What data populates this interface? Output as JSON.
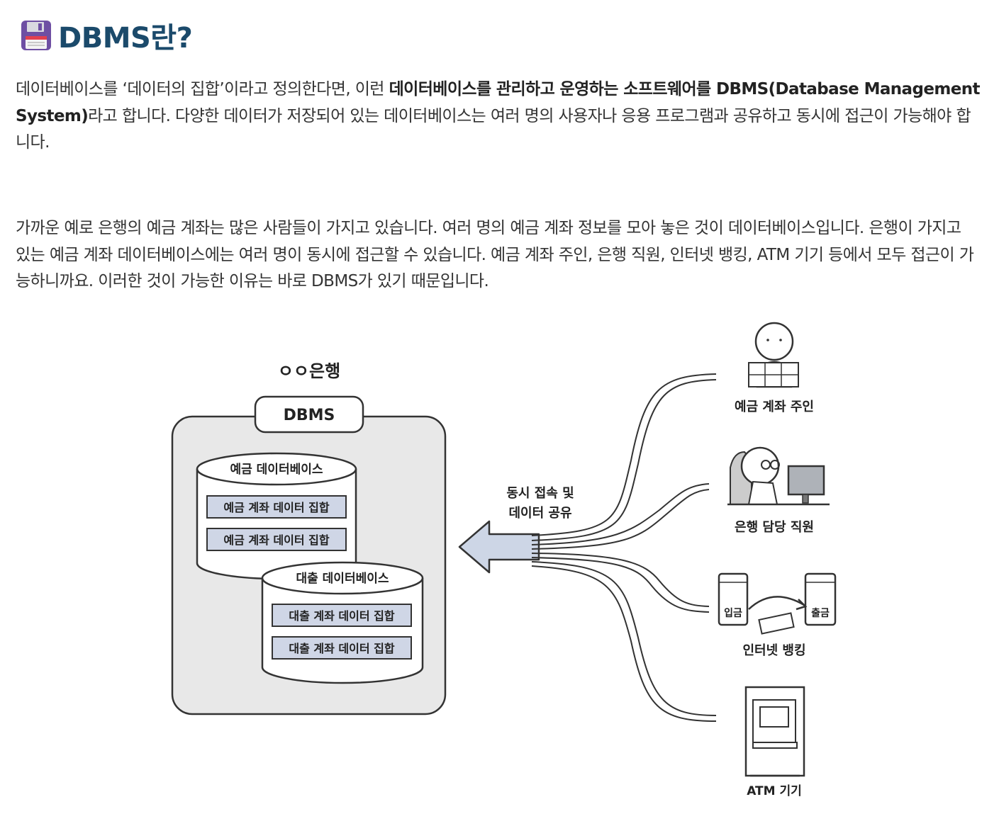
{
  "heading": {
    "icon": "floppy-disk-icon",
    "title": "DBMS란?"
  },
  "paragraph1": {
    "part1": "데이터베이스를 ‘데이터의 집합’이라고 정의한다면, 이런 ",
    "bold": "데이터베이스를 관리하고 운영하는 소프트웨어를 DBMS(Database Management System)",
    "part2": "라고 합니다. 다양한 데이터가 저장되어 있는 데이터베이스는 여러 명의 사용자나 응용 프로그램과 공유하고 동시에 접근이 가능해야 합니다."
  },
  "paragraph2": "가까운 예로 은행의 예금 계좌는 많은 사람들이 가지고 있습니다. 여러 명의 예금 계좌 정보를 모아 놓은 것이 데이터베이스입니다. 은행이 가지고 있는 예금 계좌 데이터베이스에는 여러 명이 동시에 접근할 수 있습니다. 예금 계좌 주인, 은행 직원, 인터넷 뱅킹, ATM 기기 등에서 모두 접근이 가능하니까요. 이러한 것이 가능한 이유는 바로 DBMS가 있기 때문입니다.",
  "figure": {
    "bank_title": "ㅇㅇ은행",
    "dbms_label": "DBMS",
    "deposit_db": {
      "title": "예금 데이터베이스",
      "sets": [
        "예금 계좌 데이터 집합",
        "예금 계좌 데이터 집합"
      ]
    },
    "loan_db": {
      "title": "대출 데이터베이스",
      "sets": [
        "대출 계좌 데이터 집합",
        "대출 계좌 데이터 집합"
      ]
    },
    "arrow_label_line1": "동시 접속 및",
    "arrow_label_line2": "데이터 공유",
    "users": [
      {
        "label": "예금 계좌 주인",
        "icon": "account-owner-icon"
      },
      {
        "label": "은행 담당 직원",
        "icon": "bank-clerk-icon"
      },
      {
        "label": "인터넷 뱅킹",
        "icon": "internet-banking-icon"
      },
      {
        "label": "ATM 기기",
        "icon": "atm-machine-icon"
      }
    ],
    "banking_deposit": "입금",
    "banking_withdraw": "출금",
    "colors": {
      "panel": "#e8e8e8",
      "set_box": "#cfd6e6",
      "arrow": "#cdd6e6",
      "heading": "#1b4a6b"
    }
  }
}
